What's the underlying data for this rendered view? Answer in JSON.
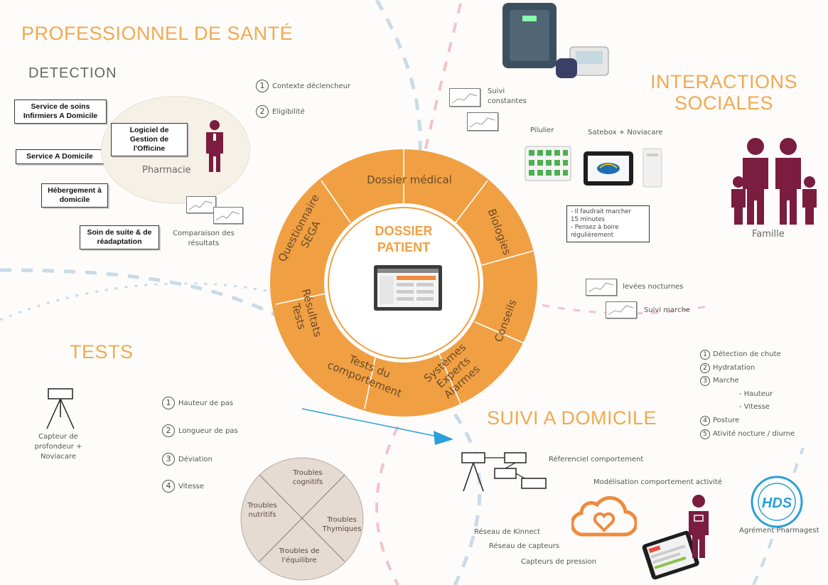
{
  "sections": {
    "pro": "PROFESSIONNEL DE SANTÉ",
    "detection": "DETECTION",
    "interactions": [
      "INTERACTIONS",
      "SOCIALES"
    ],
    "tests": "TESTS",
    "suivi": "SUIVI A DOMICILE"
  },
  "detection": {
    "boxes": [
      "Service de soins Infirmiers A Domicile",
      "Service A Domicile",
      "Hébergement à domicile",
      "Soin de suite & de réadaptation"
    ],
    "logiciel": "Logiciel de Gestion de l'Officine",
    "pharmacie": "Pharmacie",
    "comparaison": [
      "Comparaison des",
      "résultats"
    ],
    "steps": [
      {
        "n": "1",
        "label": "Contexte déclencheur"
      },
      {
        "n": "2",
        "label": "Eligibilité"
      }
    ]
  },
  "center": {
    "title": [
      "DOSSIER",
      "PATIENT"
    ],
    "segments": {
      "dossier_medical": "Dossier médical",
      "biologies": "Biologies",
      "conseils": "Conseils",
      "systemes": [
        "Systèmes",
        "Experts",
        "Alarmes"
      ],
      "tests_comportement": [
        "Tests du",
        "comportement"
      ],
      "resultats": [
        "Résultats",
        "Tests"
      ],
      "questionnaire": [
        "Questionnaire",
        "SEGA"
      ]
    }
  },
  "interactions": {
    "suivi_constantes": [
      "Suivi",
      "constantes"
    ],
    "pilulier": "Pilulier",
    "satebox": "Satebox + Noviacare",
    "advice": [
      "- Il faudrait marcher",
      "15 minutes",
      "- Pensez à boire",
      "régulièrement"
    ],
    "famille": "Famille",
    "levees": "levées nocturnes",
    "suivi_marche": "Suivi marche"
  },
  "suivi_list": [
    {
      "n": "1",
      "label": "Détection de chute"
    },
    {
      "n": "2",
      "label": "Hydratation"
    },
    {
      "n": "3",
      "label": "Marche"
    },
    {
      "n": "",
      "label": "- Hauteur"
    },
    {
      "n": "",
      "label": "- Vitesse"
    },
    {
      "n": "4",
      "label": "Posture"
    },
    {
      "n": "5",
      "label": "Ativité nocture / diurne"
    }
  ],
  "tests": {
    "capteur": [
      "Capteur de",
      "profondeur +",
      "Noviacare"
    ],
    "items": [
      {
        "n": "1",
        "label": "Hauteur de pas"
      },
      {
        "n": "2",
        "label": "Longueur de pas"
      },
      {
        "n": "3",
        "label": "Déviation"
      },
      {
        "n": "4",
        "label": "Vitesse"
      }
    ],
    "pie": {
      "cognitifs": [
        "Troubles",
        "cognitifs"
      ],
      "nutritifs": [
        "Troubles",
        "nutritifs"
      ],
      "thymiques": [
        "Troubles",
        "Thymiques"
      ],
      "equilibre": [
        "Troubles de",
        "l'équilibre"
      ]
    }
  },
  "suivi": {
    "referenciel": "Réferenciel comportement",
    "modelisation": "Modélisation comportement activité",
    "kinnect": "Réseau de Kinnect",
    "capteurs": "Réseau de capteurs",
    "pression": "Capteurs de pression",
    "hds": "HDS",
    "agrement": "Agrément Pharmagest"
  },
  "colors": {
    "orange": "#f0a043",
    "plum": "#7a1d3f",
    "blue": "#2a9fd8"
  }
}
